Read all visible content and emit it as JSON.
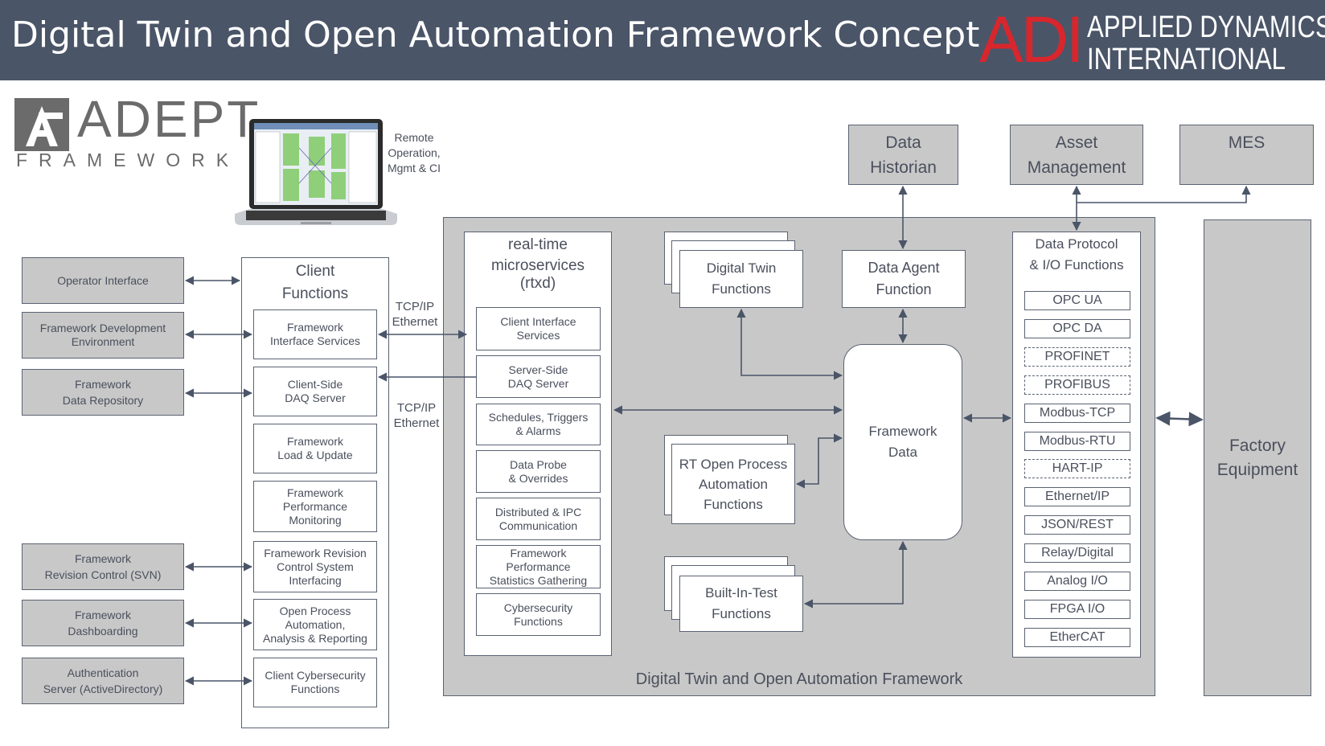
{
  "header": {
    "title": "Digital Twin and Open Automation Framework Concept",
    "logo_mark": "ADI",
    "logo_name_line1": "APPLIED DYNAMICS",
    "logo_name_line2": "INTERNATIONAL"
  },
  "adept_logo": {
    "word": "ADEPT",
    "sub": "FRAMEWORK"
  },
  "laptop_caption": [
    "Remote",
    "Operation,",
    "Mgmt & CI"
  ],
  "external_left": [
    [
      "Operator Interface"
    ],
    [
      "Framework Development",
      "Environment"
    ],
    [
      "Framework",
      "Data Repository"
    ],
    [
      "Framework",
      "Revision Control (SVN)"
    ],
    [
      "Framework",
      "Dashboarding"
    ],
    [
      "Authentication",
      "Server (ActiveDirectory)"
    ]
  ],
  "client_functions": {
    "title": [
      "Client",
      "Functions"
    ],
    "items": [
      [
        "Framework",
        "Interface Services"
      ],
      [
        "Client-Side",
        "DAQ Server"
      ],
      [
        "Framework",
        "Load & Update"
      ],
      [
        "Framework",
        "Performance",
        "Monitoring"
      ],
      [
        "Framework Revision",
        "Control System",
        "Interfacing"
      ],
      [
        "Open Process",
        "Automation,",
        "Analysis & Reporting"
      ],
      [
        "Client Cybersecurity",
        "Functions"
      ]
    ]
  },
  "link_labels": {
    "tcp1": [
      "TCP/IP",
      "Ethernet"
    ],
    "tcp2": [
      "TCP/IP",
      "Ethernet"
    ]
  },
  "rtxd": {
    "title": [
      "real-time",
      "microservices",
      "(rtxd)"
    ],
    "items": [
      [
        "Client Interface",
        "Services"
      ],
      [
        "Server-Side",
        "DAQ Server"
      ],
      [
        "Schedules, Triggers",
        "& Alarms"
      ],
      [
        "Data Probe",
        "& Overrides"
      ],
      [
        "Distributed & IPC",
        "Communication"
      ],
      [
        "Framework",
        "Performance",
        "Statistics Gathering"
      ],
      [
        "Cybersecurity",
        "Functions"
      ]
    ]
  },
  "framework": {
    "caption": "Digital Twin and Open Automation Framework",
    "digital_twin": [
      "Digital Twin",
      "Functions"
    ],
    "data_agent": [
      "Data Agent",
      "Function"
    ],
    "framework_data": [
      "Framework",
      "Data"
    ],
    "rt_open": [
      "RT Open Process",
      "Automation",
      "Functions"
    ],
    "bit": [
      "Built-In-Test",
      "Functions"
    ]
  },
  "top_systems": [
    [
      "Data",
      "Historian"
    ],
    [
      "Asset",
      "Management"
    ],
    [
      "MES"
    ]
  ],
  "protocols": {
    "title": [
      "Data Protocol",
      "& I/O Functions"
    ],
    "items": [
      {
        "label": "OPC UA",
        "dashed": false
      },
      {
        "label": "OPC DA",
        "dashed": false
      },
      {
        "label": "PROFINET",
        "dashed": true
      },
      {
        "label": "PROFIBUS",
        "dashed": true
      },
      {
        "label": "Modbus-TCP",
        "dashed": false
      },
      {
        "label": "Modbus-RTU",
        "dashed": false
      },
      {
        "label": "HART-IP",
        "dashed": true
      },
      {
        "label": "Ethernet/IP",
        "dashed": false
      },
      {
        "label": "JSON/REST",
        "dashed": false
      },
      {
        "label": "Relay/Digital",
        "dashed": false
      },
      {
        "label": "Analog I/O",
        "dashed": false
      },
      {
        "label": "FPGA I/O",
        "dashed": false
      },
      {
        "label": "EtherCAT",
        "dashed": false
      }
    ]
  },
  "factory": [
    "Factory",
    "Equipment"
  ],
  "colors": {
    "header_bg": "#4a5568",
    "brand_red": "#d8262d",
    "box_grey": "#c8c8c8",
    "line": "#4a5568"
  }
}
